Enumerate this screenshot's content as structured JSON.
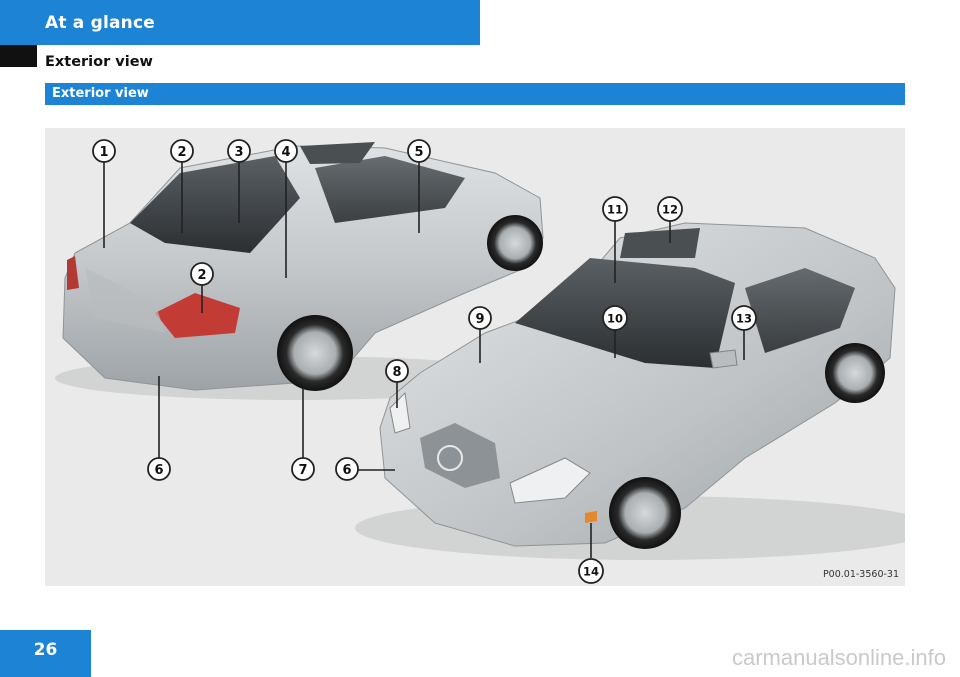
{
  "header": {
    "tab_title": "At a glance",
    "section_title": "Exterior view"
  },
  "bar": {
    "title": "Exterior view"
  },
  "figure": {
    "code": "P00.01-3560-31",
    "callouts": [
      "1",
      "2",
      "3",
      "4",
      "5",
      "2",
      "6",
      "7",
      "6",
      "8",
      "9",
      "10",
      "11",
      "12",
      "13",
      "14"
    ]
  },
  "footer": {
    "page_number": "26",
    "watermark": "carmanualsonline.info"
  },
  "colors": {
    "accent": "#1d83d4",
    "figure_bg": "#e9eae9",
    "car_body": "#c6cacd"
  }
}
